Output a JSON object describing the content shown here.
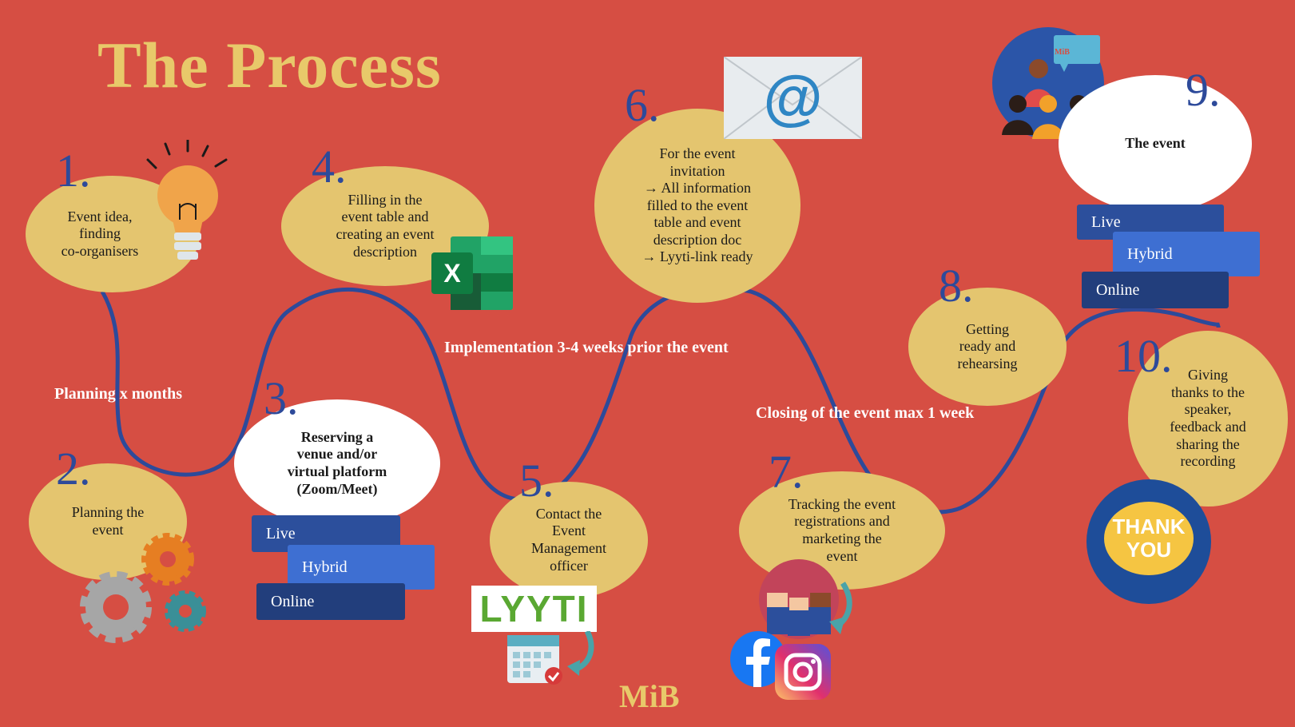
{
  "title": "The Process",
  "brand": "MiB",
  "phases": {
    "planning": "Planning x months",
    "implementation": "Implementation 3-4 weeks prior the event",
    "closing": "Closing of the event max 1 week"
  },
  "steps": [
    {
      "number": "1.",
      "text": "Event idea,\nfinding\nco-organisers"
    },
    {
      "number": "2.",
      "text": "Planning the\nevent"
    },
    {
      "number": "3.",
      "text": "Reserving a\nvenue and/or\nvirtual platform\n(Zoom/Meet)"
    },
    {
      "number": "4.",
      "text": "Filling in the\nevent table and\ncreating an event\ndescription"
    },
    {
      "number": "5.",
      "text": "Contact the\nEvent\nManagement\nofficer"
    },
    {
      "number": "6.",
      "text": "For the event\ninvitation\n→ All information\nfilled to the event\ntable and event\ndescription doc\n→ Lyyti-link ready"
    },
    {
      "number": "7.",
      "text": "Tracking the event\nregistrations and\nmarketing the\nevent"
    },
    {
      "number": "8.",
      "text": "Getting\nready and\nrehearsing"
    },
    {
      "number": "9.",
      "text": "The event"
    },
    {
      "number": "10.",
      "text": "Giving\nthanks to the\nspeaker,\nfeedback and\nsharing the\nrecording"
    }
  ],
  "formats": [
    "Live",
    "Hybrid",
    "Online"
  ],
  "logos": {
    "lyyti": "LYYTI",
    "thank_you": "THANK\nYOU",
    "excel": "X",
    "at": "@",
    "mib_small": "MiB"
  },
  "colors": {
    "background": "#d64e43",
    "ellipse": "#e4c56f",
    "number": "#2d4a9a",
    "path": "#2d4a9a",
    "title": "#e8c96a"
  },
  "icons": [
    "lightbulb-icon",
    "gears-icon",
    "excel-icon",
    "email-icon",
    "lyyti-logo",
    "calendar-icon",
    "people-icon",
    "facebook-icon",
    "instagram-icon",
    "speaker-group-icon",
    "thank-you-icon"
  ]
}
